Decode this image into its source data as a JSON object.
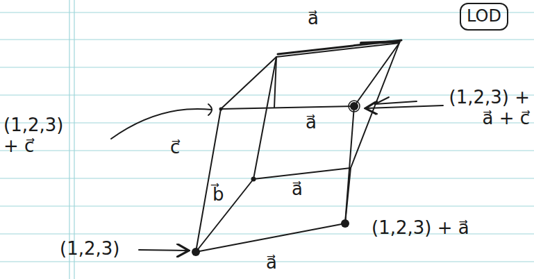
{
  "diagram": {
    "nodes": [
      {
        "text": [
          "LOD"
        ]
      }
    ],
    "labels": [
      "a⃗",
      "a⃗",
      "a⃗",
      "a⃗",
      "b⃗",
      "c⃗",
      "(1,2,3) + c⃗",
      "(1,2,3) + a⃗ + c⃗",
      "(1,2,3) + a⃗",
      "(1,2,3)"
    ]
  }
}
